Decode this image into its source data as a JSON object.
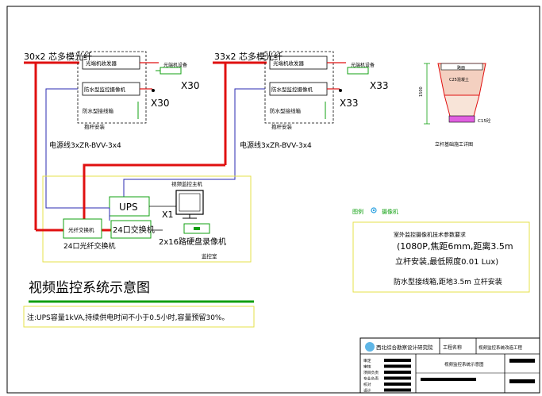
{
  "diagram": {
    "title": "视频监控系统示意图",
    "note": "注:UPS容量1kVA,持续供电时间不小于0.5小时,容量预留30%。",
    "left": {
      "fiber_label": "30x2 芯多模光纤",
      "top_box": "光端机收发器",
      "box2": "防水型监控摄像机",
      "box3": "防水型接线箱",
      "box3_sub": "抱杆安装",
      "count": "X30",
      "cable": "电源线3xZR-BVV-3x4"
    },
    "right": {
      "fiber_label": "33x2 芯多模光纤",
      "top_box": "光端机收发器",
      "box2": "防水型监控摄像机",
      "box3": "防水型接线箱",
      "box3_sub": "抱杆安装",
      "count": "X33",
      "cable": "电源线3xZR-BVV-3x4"
    },
    "ups": "UPS",
    "monitor_label": "视频监控主机",
    "x1": "X1",
    "opt24": "光纤交换机",
    "opt24_count": "24口光纤交换机",
    "sw24": "24口交换机",
    "dvr": "2x16路硬盘录像机",
    "room": "监控室",
    "legend": {
      "title": "图例",
      "item": "摄像机",
      "line1": "室外监控摄像机技术参数要求",
      "line2": "(1080P,焦距6mm,距离3.5m",
      "line3": "立杆安装,最低照度0.01 Lux)",
      "line4": "防水型接线箱,距地3.5m 立杆安装"
    },
    "foundation": {
      "top": "路面",
      "layer1": "C25混凝土",
      "side": "1500",
      "bottom": "C15砼",
      "caption": "立杆基础施工详图"
    },
    "titleblock": {
      "company": "西北综合勘察设计研究院",
      "stage": "工程名称",
      "project": "视频监控系统改造工程",
      "drawing": "视频监控系统示意图",
      "rows": [
        "审定",
        "审核",
        "项目负责",
        "专业负责",
        "校对",
        "设计"
      ]
    }
  },
  "colors": {
    "cad_red": "#e01010",
    "cad_blue": "#2a2ab0",
    "cad_green": "#10a010",
    "cad_yellow": "#e6e04a",
    "border": "#000000"
  }
}
